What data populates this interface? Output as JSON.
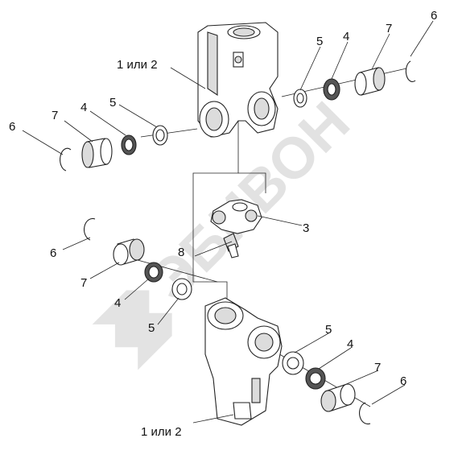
{
  "labels": {
    "top_fork": "1 или 2",
    "bottom_fork": "1 или 2",
    "cross": "3",
    "fitting": "8",
    "n4": "4",
    "n5": "5",
    "n6": "6",
    "n7": "7"
  },
  "watermark": "ЭБИВОН",
  "colors": {
    "line": "#222222",
    "part_fill": "#ffffff",
    "shade": "#dcdcdc",
    "watermark": "#d9d9d9"
  }
}
